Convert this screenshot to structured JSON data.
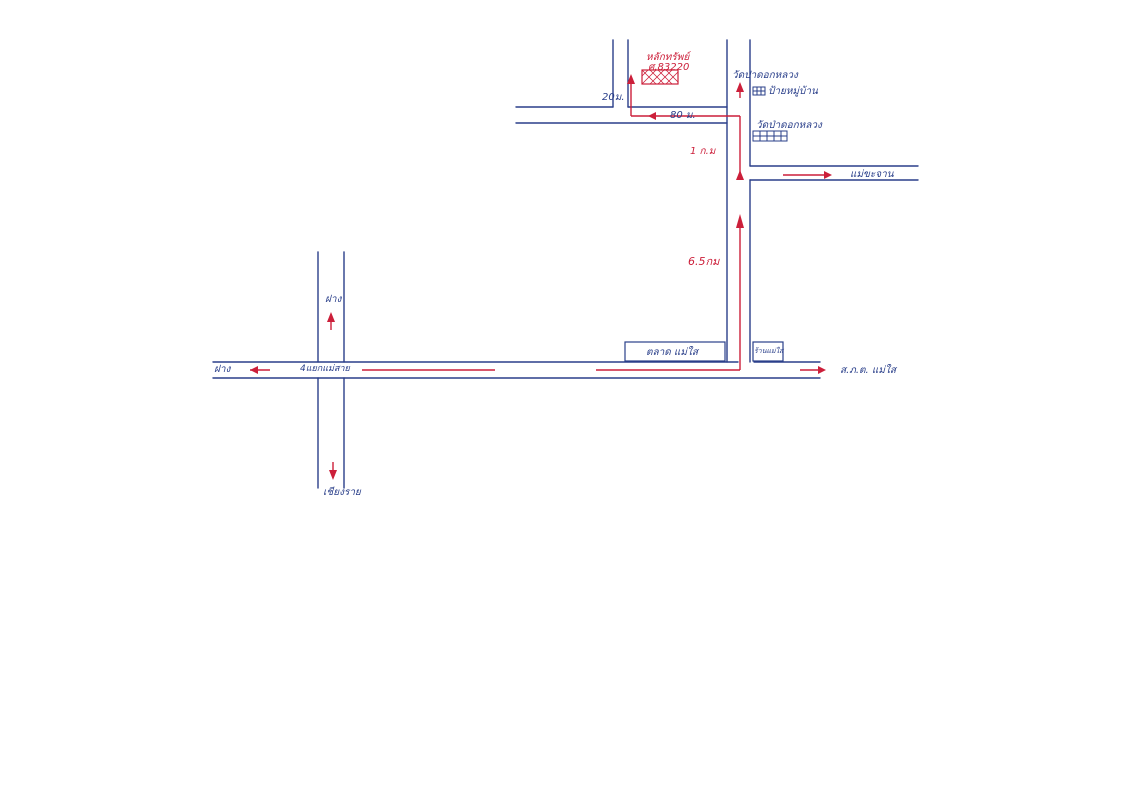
{
  "map": {
    "labels": {
      "destination_name": "หลักทรัพย์",
      "destination_code": "ศ.83220",
      "distance_west_spur": "20ม.",
      "distance_to_dest": "80 ม.",
      "distance_1km": "1 ก.ม",
      "distance_65km": "6.5กม",
      "temple_north": "วัดป่าดอกหลวง",
      "village_sign": "ป้ายหมู่บ้าน",
      "temple_south": "วัดป่าดอกหลวง",
      "east_road": "แม่ขะจาน",
      "north_road_left": "ฝาง",
      "west_road": "ฝาง",
      "junction": "4แยกแม่สาย",
      "south_road_left": "เชียงราย",
      "market": "ตลาด แม่ใส",
      "police_box": "ร้านแม่ใส",
      "east_end": "ส.ภ.ต. แม่ใส"
    }
  }
}
